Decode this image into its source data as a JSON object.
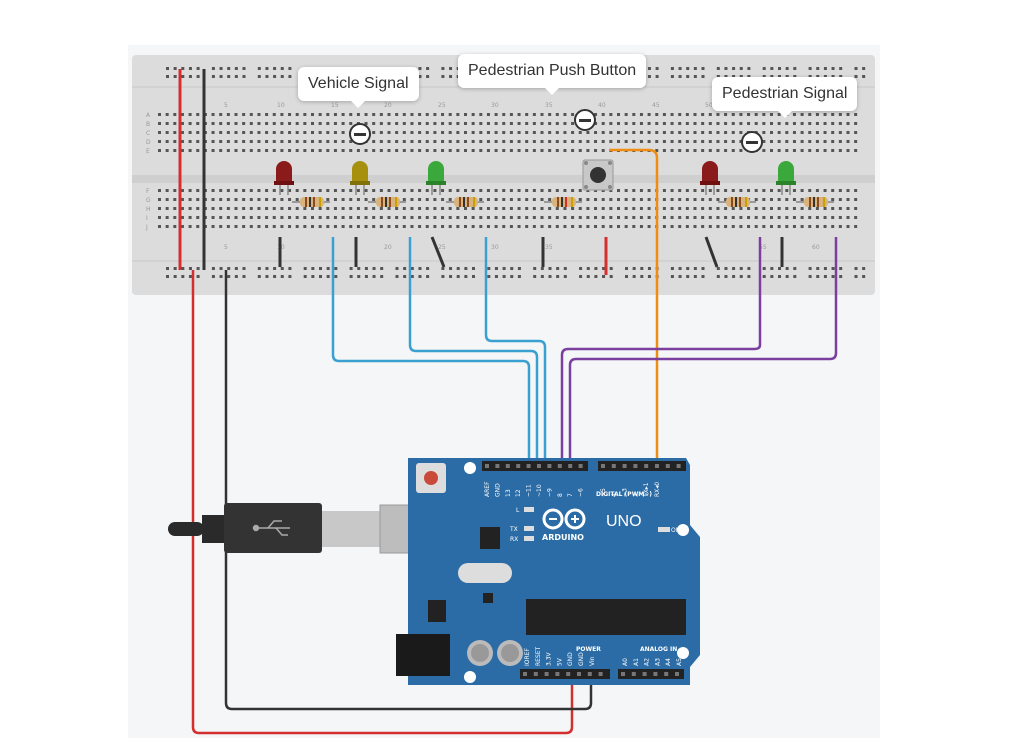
{
  "callouts": {
    "vehicle_signal": "Vehicle Signal",
    "pedestrian_push_button": "Pedestrian Push Button",
    "pedestrian_signal": "Pedestrian Signal"
  },
  "breadboard": {
    "rows": [
      "A",
      "B",
      "C",
      "D",
      "E",
      "F",
      "G",
      "H",
      "I",
      "J"
    ],
    "col_numbers": [
      "5",
      "10",
      "15",
      "20",
      "25",
      "30",
      "35",
      "40",
      "45",
      "50",
      "55",
      "60"
    ]
  },
  "arduino": {
    "brand": "ARDUINO",
    "model": "UNO",
    "digital_label": "DIGITAL (PWM~)",
    "power_label": "POWER",
    "analog_label": "ANALOG IN",
    "led_l": "L",
    "led_tx": "TX",
    "led_rx": "RX",
    "on_label": "ON",
    "digital_pins": [
      "AREF",
      "GND",
      "13",
      "12",
      "~11",
      "~10",
      "~9",
      "8",
      "7",
      "~6",
      "~5",
      "4",
      "~3",
      "2",
      "TX▸1",
      "RX◂0"
    ],
    "power_pins": [
      "IOREF",
      "RESET",
      "3.3V",
      "5V",
      "GND",
      "GND",
      "Vin"
    ],
    "analog_pins": [
      "A0",
      "A1",
      "A2",
      "A3",
      "A4",
      "A5"
    ]
  },
  "colors": {
    "red_wire": "#d32f2f",
    "black_wire": "#333333",
    "blue_wire": "#3aa0d0",
    "purple_wire": "#7b3fa0",
    "orange_wire": "#ef8c12",
    "board": "#2b6ca6"
  }
}
